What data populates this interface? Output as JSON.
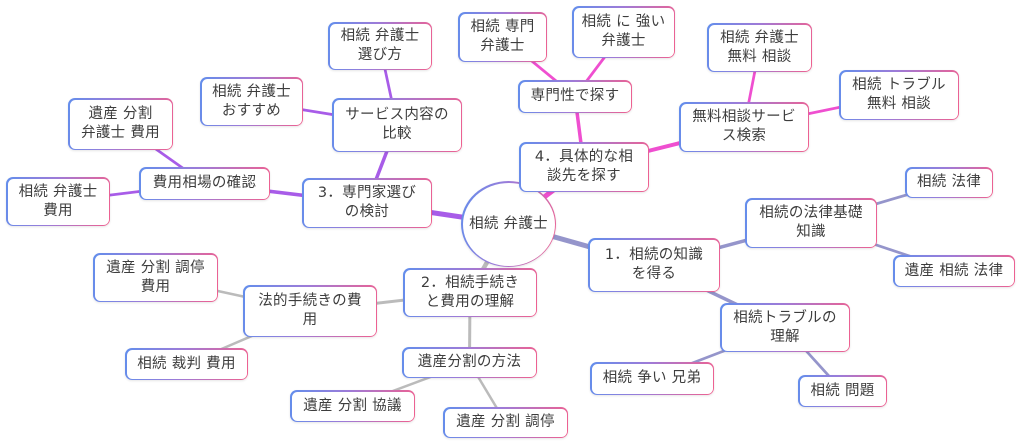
{
  "diagram": {
    "central": {
      "id": "central",
      "label": "相続 弁護士"
    },
    "groups": {
      "knowledge": {
        "name": "1-sozoku-no-chishiki",
        "color": "#9595cb"
      },
      "procedure": {
        "name": "2-tetsuzuki-to-hiyou",
        "color": "#bbbbbb"
      },
      "expert": {
        "name": "3-senmonka-erabi",
        "color": "#a85ce8"
      },
      "consult": {
        "name": "4-soudansaki-sagashi",
        "color": "#ef4fd0"
      }
    },
    "nodes": [
      {
        "id": "n1",
        "group": "knowledge",
        "label": "1．相続の知識\nを得る"
      },
      {
        "id": "n1a",
        "group": "knowledge",
        "label": "相続の法律基礎\n知識"
      },
      {
        "id": "n1a1",
        "group": "knowledge",
        "label": "相続 法律"
      },
      {
        "id": "n1a2",
        "group": "knowledge",
        "label": "遺産 相続 法律"
      },
      {
        "id": "n1b",
        "group": "knowledge",
        "label": "相続トラブルの\n理解"
      },
      {
        "id": "n1b1",
        "group": "knowledge",
        "label": "相続 争い 兄弟"
      },
      {
        "id": "n1b2",
        "group": "knowledge",
        "label": "相続 問題"
      },
      {
        "id": "n2",
        "group": "procedure",
        "label": "2．相続手続き\nと費用の理解"
      },
      {
        "id": "n2a",
        "group": "procedure",
        "label": "法的手続きの費\n用"
      },
      {
        "id": "n2a1",
        "group": "procedure",
        "label": "遺産 分割 調停\n費用"
      },
      {
        "id": "n2a2",
        "group": "procedure",
        "label": "相続 裁判 費用"
      },
      {
        "id": "n2b",
        "group": "procedure",
        "label": "遺産分割の方法"
      },
      {
        "id": "n2b1",
        "group": "procedure",
        "label": "遺産 分割 協議"
      },
      {
        "id": "n2b2",
        "group": "procedure",
        "label": "遺産 分割 調停"
      },
      {
        "id": "n3",
        "group": "expert",
        "label": "3．専門家選び\nの検討"
      },
      {
        "id": "n3a",
        "group": "expert",
        "label": "費用相場の確認"
      },
      {
        "id": "n3a1",
        "group": "expert",
        "label": "遺産 分割\n弁護士 費用"
      },
      {
        "id": "n3a2",
        "group": "expert",
        "label": "相続 弁護士\n費用"
      },
      {
        "id": "n3b",
        "group": "expert",
        "label": "サービス内容の\n比較"
      },
      {
        "id": "n3b1",
        "group": "expert",
        "label": "相続 弁護士\nおすすめ"
      },
      {
        "id": "n3b2",
        "group": "expert",
        "label": "相続 弁護士\n選び方"
      },
      {
        "id": "n4",
        "group": "consult",
        "label": "4．具体的な相\n談先を探す"
      },
      {
        "id": "n4a",
        "group": "consult",
        "label": "専門性で探す"
      },
      {
        "id": "n4a1",
        "group": "consult",
        "label": "相続 専門\n弁護士"
      },
      {
        "id": "n4a2",
        "group": "consult",
        "label": "相続 に 強い\n弁護士"
      },
      {
        "id": "n4b",
        "group": "consult",
        "label": "無料相談サービ\nス検索"
      },
      {
        "id": "n4b1",
        "group": "consult",
        "label": "相続 弁護士\n無料 相談"
      },
      {
        "id": "n4b2",
        "group": "consult",
        "label": "相続 トラブル\n無料 相談"
      }
    ],
    "edges": [
      {
        "from": "central",
        "to": "n1",
        "group": "knowledge",
        "w": 5
      },
      {
        "from": "n1",
        "to": "n1a",
        "group": "knowledge",
        "w": 3.5
      },
      {
        "from": "n1a",
        "to": "n1a1",
        "group": "knowledge",
        "w": 2.75
      },
      {
        "from": "n1a",
        "to": "n1a2",
        "group": "knowledge",
        "w": 2.75
      },
      {
        "from": "n1",
        "to": "n1b",
        "group": "knowledge",
        "w": 3.5
      },
      {
        "from": "n1b",
        "to": "n1b1",
        "group": "knowledge",
        "w": 2.75
      },
      {
        "from": "n1b",
        "to": "n1b2",
        "group": "knowledge",
        "w": 2.75
      },
      {
        "from": "central",
        "to": "n2",
        "group": "procedure",
        "w": 4.5
      },
      {
        "from": "n2",
        "to": "n2a",
        "group": "procedure",
        "w": 3
      },
      {
        "from": "n2a",
        "to": "n2a1",
        "group": "procedure",
        "w": 2.5
      },
      {
        "from": "n2a",
        "to": "n2a2",
        "group": "procedure",
        "w": 2.5
      },
      {
        "from": "n2",
        "to": "n2b",
        "group": "procedure",
        "w": 3
      },
      {
        "from": "n2b",
        "to": "n2b1",
        "group": "procedure",
        "w": 2.5
      },
      {
        "from": "n2b",
        "to": "n2b2",
        "group": "procedure",
        "w": 2.5
      },
      {
        "from": "central",
        "to": "n3",
        "group": "expert",
        "w": 5
      },
      {
        "from": "n3",
        "to": "n3a",
        "group": "expert",
        "w": 3.5
      },
      {
        "from": "n3a",
        "to": "n3a1",
        "group": "expert",
        "w": 2.75
      },
      {
        "from": "n3a",
        "to": "n3a2",
        "group": "expert",
        "w": 2.75
      },
      {
        "from": "n3",
        "to": "n3b",
        "group": "expert",
        "w": 3.5
      },
      {
        "from": "n3b",
        "to": "n3b1",
        "group": "expert",
        "w": 2.75
      },
      {
        "from": "n3b",
        "to": "n3b2",
        "group": "expert",
        "w": 2.75
      },
      {
        "from": "central",
        "to": "n4",
        "group": "consult",
        "w": 5
      },
      {
        "from": "n4",
        "to": "n4a",
        "group": "consult",
        "w": 3.5
      },
      {
        "from": "n4a",
        "to": "n4a1",
        "group": "consult",
        "w": 2.75
      },
      {
        "from": "n4a",
        "to": "n4a2",
        "group": "consult",
        "w": 2.75
      },
      {
        "from": "n4",
        "to": "n4b",
        "group": "consult",
        "w": 4
      },
      {
        "from": "n4b",
        "to": "n4b1",
        "group": "consult",
        "w": 2.75
      },
      {
        "from": "n4b",
        "to": "n4b2",
        "group": "consult",
        "w": 2.75
      }
    ]
  },
  "style": {
    "border_blue": "#628eec",
    "border_pink": "#f0608f",
    "text_color": "#3d3d3d",
    "background": "#ffffff"
  }
}
